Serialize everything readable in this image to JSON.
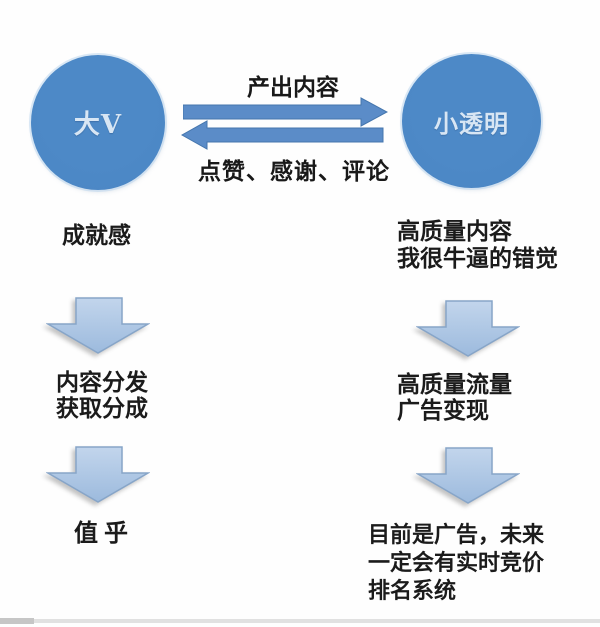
{
  "diagram": {
    "title_hint": "大V 与 小透明 内容生态流程图",
    "colors": {
      "circle_fill": "#4b87c5",
      "circle_text": "#d8e6f4",
      "horizontal_arrow_fill": "#5b8cc8",
      "horizontal_arrow_stroke": "#4576ad",
      "down_arrow_fill_light": "#bdd2ea",
      "down_arrow_fill_dark": "#9fbde0",
      "down_arrow_stroke": "#87a5c8",
      "text": "#1b1b1b",
      "background": "#fefefe"
    },
    "nodes": {
      "left_circle_label": "大V",
      "right_circle_label": "小透明"
    },
    "exchange": {
      "top_arrow_label": "产出内容",
      "bottom_arrow_label": "点赞、感谢、评论",
      "top_arrow_direction": "left-to-right",
      "bottom_arrow_direction": "right-to-left"
    },
    "left_column": {
      "step1": "成就感",
      "step2_line1": "内容分发",
      "step2_line2": "获取分成",
      "step3": "值乎"
    },
    "right_column": {
      "step1_line1": "高质量内容",
      "step1_line2": "我很牛逼的错觉",
      "step2_line1": "高质量流量",
      "step2_line2": "广告变现",
      "step3_line1": "目前是广告，未来",
      "step3_line2": "一定会有实时竞价",
      "step3_line3": "排名系统"
    }
  }
}
